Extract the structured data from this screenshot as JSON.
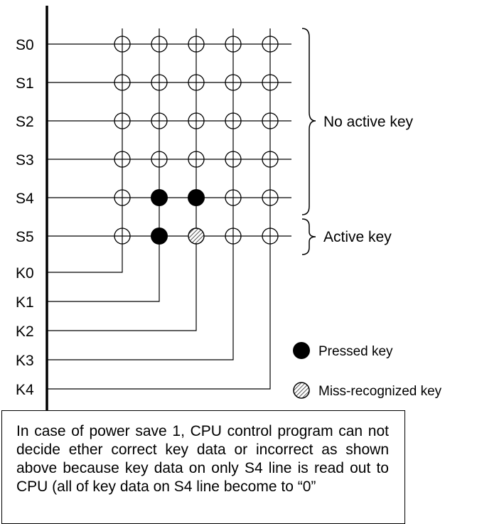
{
  "scan_lines": [
    "S0",
    "S1",
    "S2",
    "S3",
    "S4",
    "S5"
  ],
  "key_lines": [
    "K0",
    "K1",
    "K2",
    "K3",
    "K4"
  ],
  "keys": [
    {
      "row": "S4",
      "col": "K1",
      "state": "pressed"
    },
    {
      "row": "S4",
      "col": "K2",
      "state": "pressed"
    },
    {
      "row": "S5",
      "col": "K1",
      "state": "pressed"
    },
    {
      "row": "S5",
      "col": "K2",
      "state": "miss-recognized"
    }
  ],
  "braces": {
    "no_active": {
      "label": "No active key",
      "from": "S0",
      "to": "S4"
    },
    "active": {
      "label": "Active key",
      "from": "S5",
      "to": "S5"
    }
  },
  "legend": {
    "pressed": "Pressed key",
    "miss": "Miss-recognized key"
  },
  "caption": "In case of power save 1, CPU control program can not decide ether correct key data or incorrect as shown above because key data on only S4 line is read out to CPU (all of key data on S4 line become to “0”"
}
